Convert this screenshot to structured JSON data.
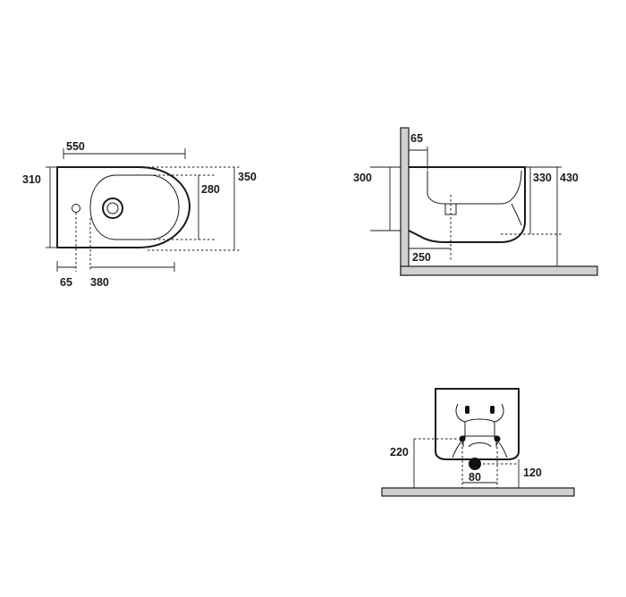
{
  "top_view": {
    "dims": {
      "length": "550",
      "width_body": "310",
      "bowl_width": "280",
      "width_total": "350",
      "tap_offset": "65",
      "waste_offset": "380"
    }
  },
  "side_view": {
    "dims": {
      "fixing_offset": "65",
      "fixing_height": "300",
      "depth": "250",
      "height_body": "330",
      "height_rim": "430"
    }
  },
  "back_view": {
    "dims": {
      "fixing_height": "220",
      "waste_spacing": "80",
      "waste_height": "120"
    }
  },
  "colors": {
    "line": "#1a1a1a",
    "wall": "#d0d0d0"
  }
}
